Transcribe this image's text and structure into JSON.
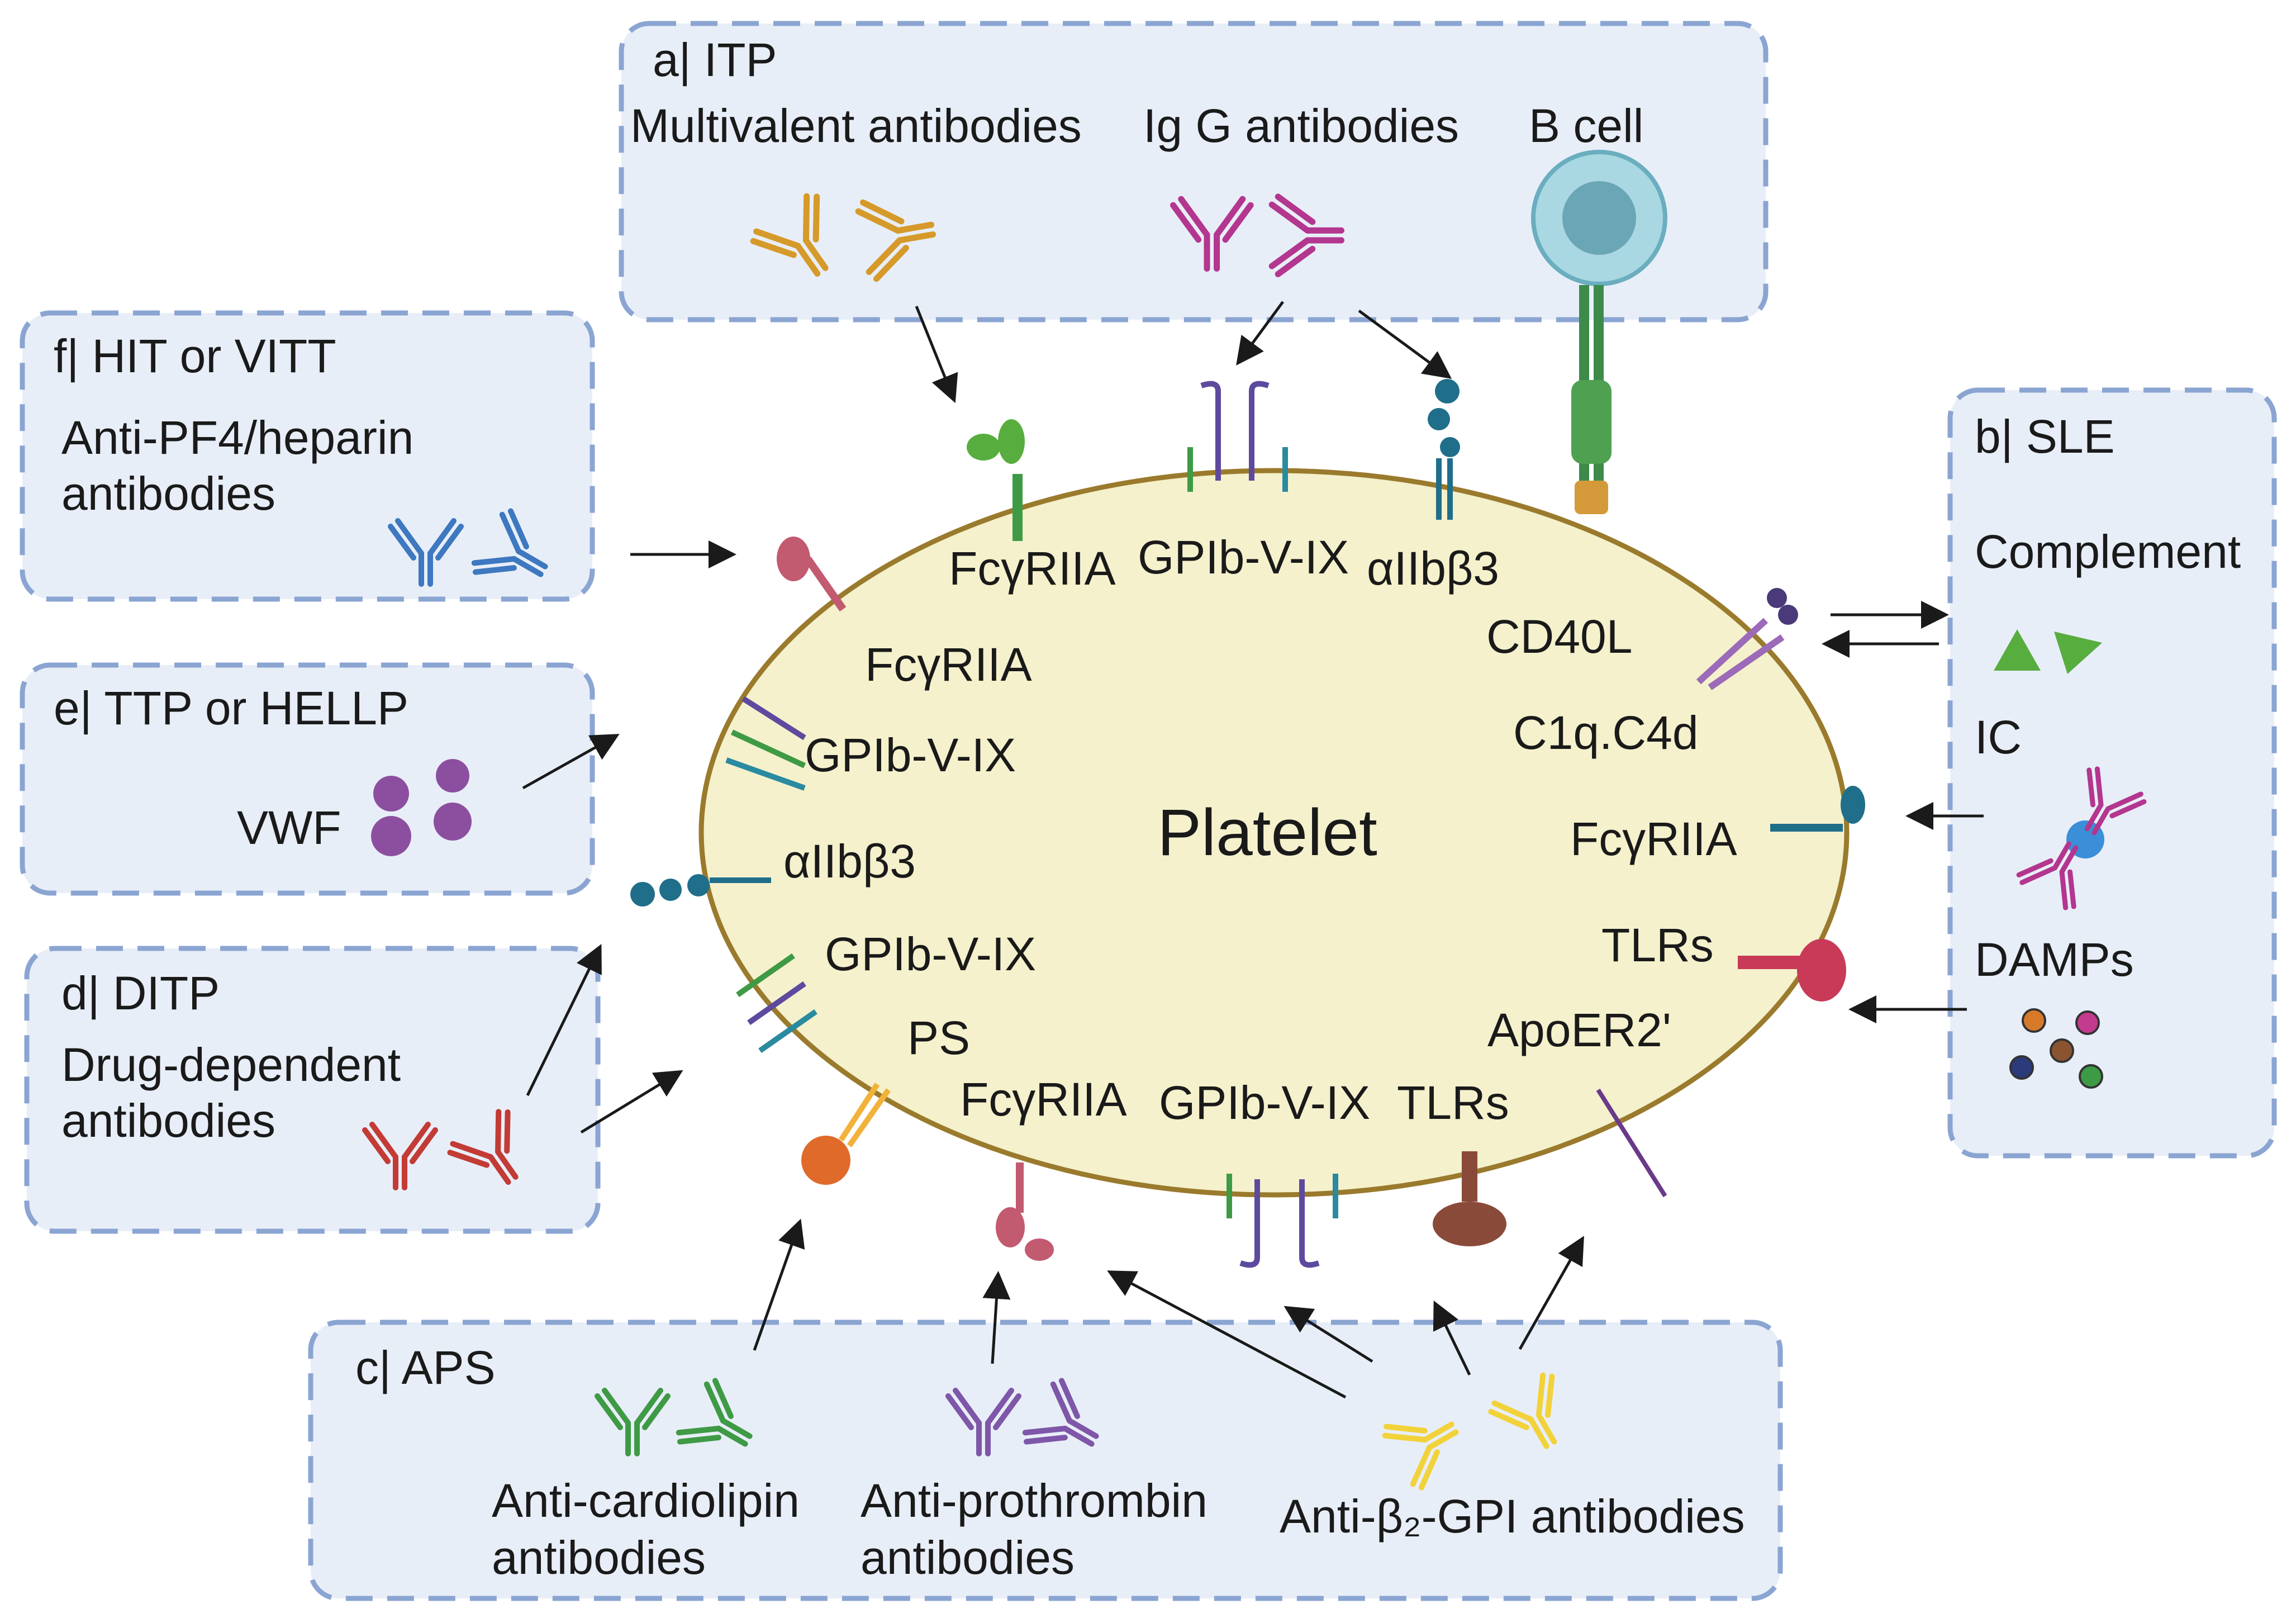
{
  "center": {
    "label": "Platelet"
  },
  "receptors": {
    "fcgr_top": "FcγRIIA",
    "gpib_top": "GPIb-V-IX",
    "aiib_top": "αIIbβ3",
    "cd40l": "CD40L",
    "fcgr_upperleft": "FcγRIIA",
    "gpib_left": "GPIb-V-IX",
    "aiib_left": "αIIbβ3",
    "gpib_lowerleft": "GPIb-V-IX",
    "ps": "PS",
    "fcgr_bottom": "FcγRIIA",
    "gpib_bottom": "GPIb-V-IX",
    "tlrs_bottom": "TLRs",
    "c1q": "C1q.C4d",
    "fcgr_right": "FcγRIIA",
    "tlrs_right": "TLRs",
    "apoer2": "ApoER2'"
  },
  "panels": {
    "a": {
      "title": "a| ITP",
      "items": [
        "Multivalent antibodies",
        "Ig G antibodies",
        "B cell"
      ]
    },
    "b": {
      "title": "b| SLE",
      "items": [
        "Complement",
        "IC",
        "DAMPs"
      ]
    },
    "c": {
      "title": "c| APS",
      "items": [
        "Anti-cardiolipin",
        "antibodies",
        "Anti-prothrombin",
        "antibodies",
        "Anti-β₂-GPI antibodies"
      ]
    },
    "d": {
      "title": "d| DITP",
      "items": [
        "Drug-dependent",
        "antibodies"
      ]
    },
    "e": {
      "title": "e| TTP or HELLP",
      "items": [
        "VWF"
      ]
    },
    "f": {
      "title": "f| HIT or VITT",
      "items": [
        "Anti-PF4/heparin",
        "antibodies"
      ]
    }
  },
  "colors": {
    "platelet_fill": "#f4f1cc",
    "platelet_stroke": "#9a7a2c",
    "panel_fill": "#e8eef8",
    "panel_border": "#8ba5d2",
    "multivalent_ab": "#d69a2a",
    "igg_ab": "#b3368f",
    "hit_ab": "#3d78c0",
    "vwf": "#8c4fa0",
    "ditp_ab": "#c23b35",
    "acl_ab": "#3f9a45",
    "apt_ab": "#7e57a8",
    "b2gpi_ab": "#f2d23a",
    "complement": "#58ad3f",
    "b_cell": "#a9d8e2"
  }
}
